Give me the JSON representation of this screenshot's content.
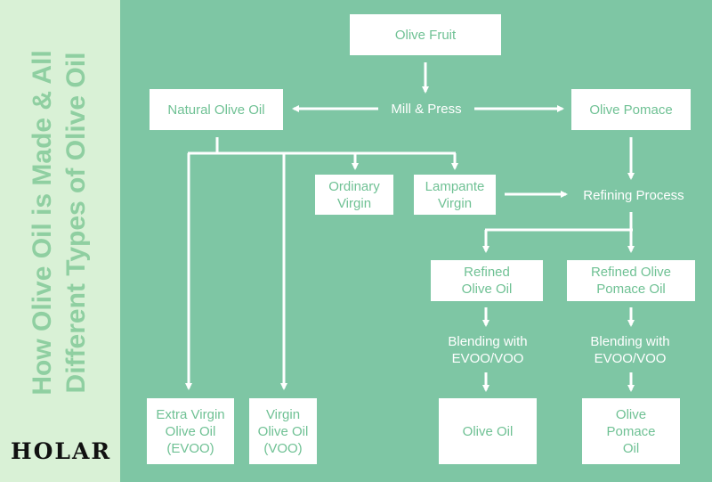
{
  "sidebar": {
    "title_line1": "How Olive Oil is Made & All",
    "title_line2": "Different Types of Olive Oil",
    "logo": "HOLAR"
  },
  "nodes": {
    "olive_fruit": "Olive Fruit",
    "mill_press": "Mill & Press",
    "natural_olive_oil": "Natural Olive Oil",
    "olive_pomace": "Olive Pomace",
    "ordinary_virgin": "Ordinary Virgin",
    "lampante_virgin": "Lampante Virgin",
    "refining_process": "Refining Process",
    "refined_olive_oil": "Refined Olive Oil",
    "refined_olive_pomace_oil": "Refined Olive Pomace Oil",
    "blending_1": "Blending with EVOO/VOO",
    "blending_2": "Blending with EVOO/VOO",
    "extra_virgin": "Extra Virgin Olive Oil (EVOO)",
    "virgin": "Virgin Olive Oil (VOO)",
    "olive_oil": "Olive Oil",
    "olive_pomace_oil": "Olive Pomace Oil"
  },
  "colors": {
    "background": "#7ec6a4",
    "sidebar": "#d9f1d6",
    "sidebar_text": "#8fcfa1",
    "box_text": "#6fc194",
    "line": "#ffffff"
  }
}
